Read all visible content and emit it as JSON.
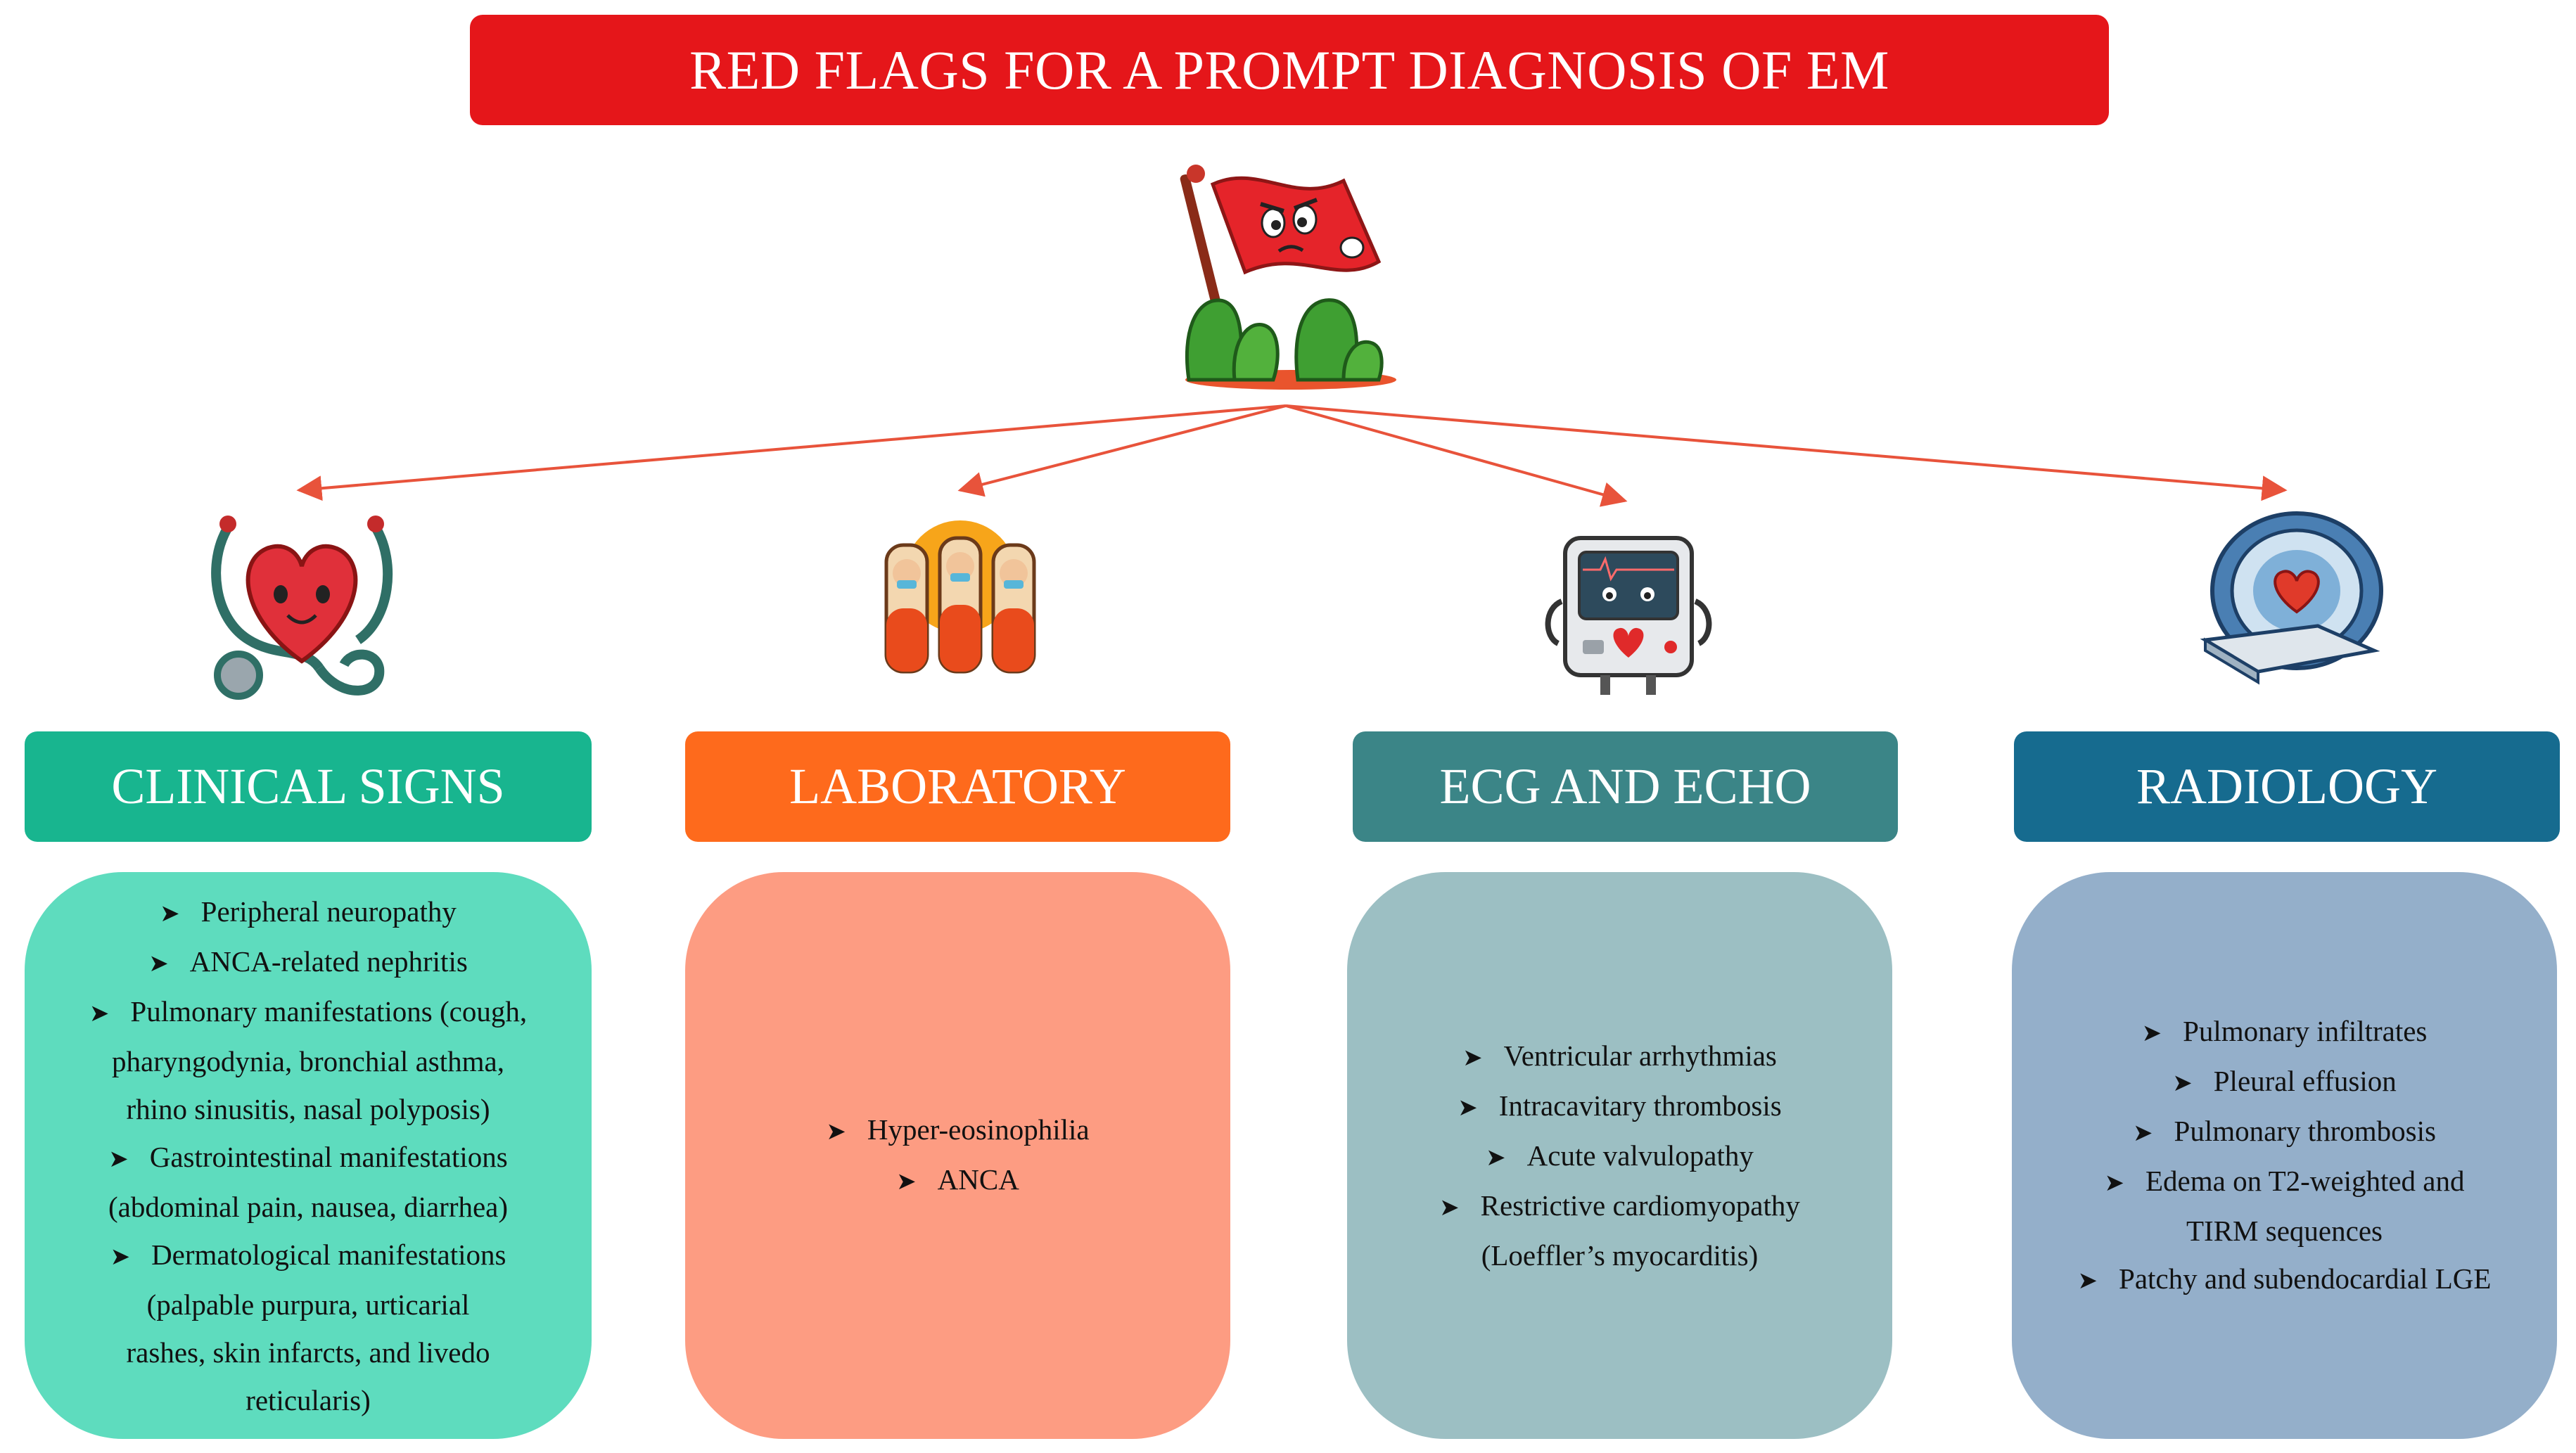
{
  "title": "RED FLAGS FOR A PROMPT DIAGNOSIS OF EM",
  "colors": {
    "title_bg": "#e5161a",
    "arrow": "#e8533b",
    "bullet": "#111111"
  },
  "icons": {
    "central": "red-flag-mascot-icon",
    "clinical": "heart-stethoscope-icon",
    "laboratory": "test-tubes-icon",
    "ecg": "ecg-monitor-icon",
    "radiology": "mri-scanner-icon"
  },
  "sections": [
    {
      "key": "clinical",
      "header": "CLINICAL SIGNS",
      "header_color": "#18b58f",
      "panel_color": "#5edcbe",
      "items": [
        [
          "Peripheral neuropathy"
        ],
        [
          "ANCA-related nephritis"
        ],
        [
          "Pulmonary manifestations (cough,",
          "pharyngodynia, bronchial asthma,",
          "rhino sinusitis, nasal polyposis)"
        ],
        [
          "Gastrointestinal manifestations",
          "(abdominal pain, nausea, diarrhea)"
        ],
        [
          "Dermatological manifestations",
          "(palpable purpura, urticarial",
          "rashes, skin infarcts, and livedo",
          "reticularis)"
        ]
      ]
    },
    {
      "key": "laboratory",
      "header": "LABORATORY",
      "header_color": "#fe6a1c",
      "panel_color": "#fd9c82",
      "items": [
        [
          "Hyper-eosinophilia"
        ],
        [
          "ANCA"
        ]
      ]
    },
    {
      "key": "ecg",
      "header": "ECG AND ECHO",
      "header_color": "#3b8587",
      "panel_color": "#9cbfc3",
      "items": [
        [
          "Ventricular arrhythmias"
        ],
        [
          "Intracavitary thrombosis"
        ],
        [
          "Acute valvulopathy"
        ],
        [
          "Restrictive cardiomyopathy",
          "(Loeffler’s myocarditis)"
        ]
      ]
    },
    {
      "key": "radiology",
      "header": "RADIOLOGY",
      "header_color": "#166b8f",
      "panel_color": "#94afca",
      "items": [
        [
          "Pulmonary infiltrates"
        ],
        [
          "Pleural effusion"
        ],
        [
          "Pulmonary thrombosis"
        ],
        [
          "Edema on  T2-weighted and",
          "TIRM sequences"
        ],
        [
          "Patchy and subendocardial LGE"
        ]
      ]
    }
  ]
}
